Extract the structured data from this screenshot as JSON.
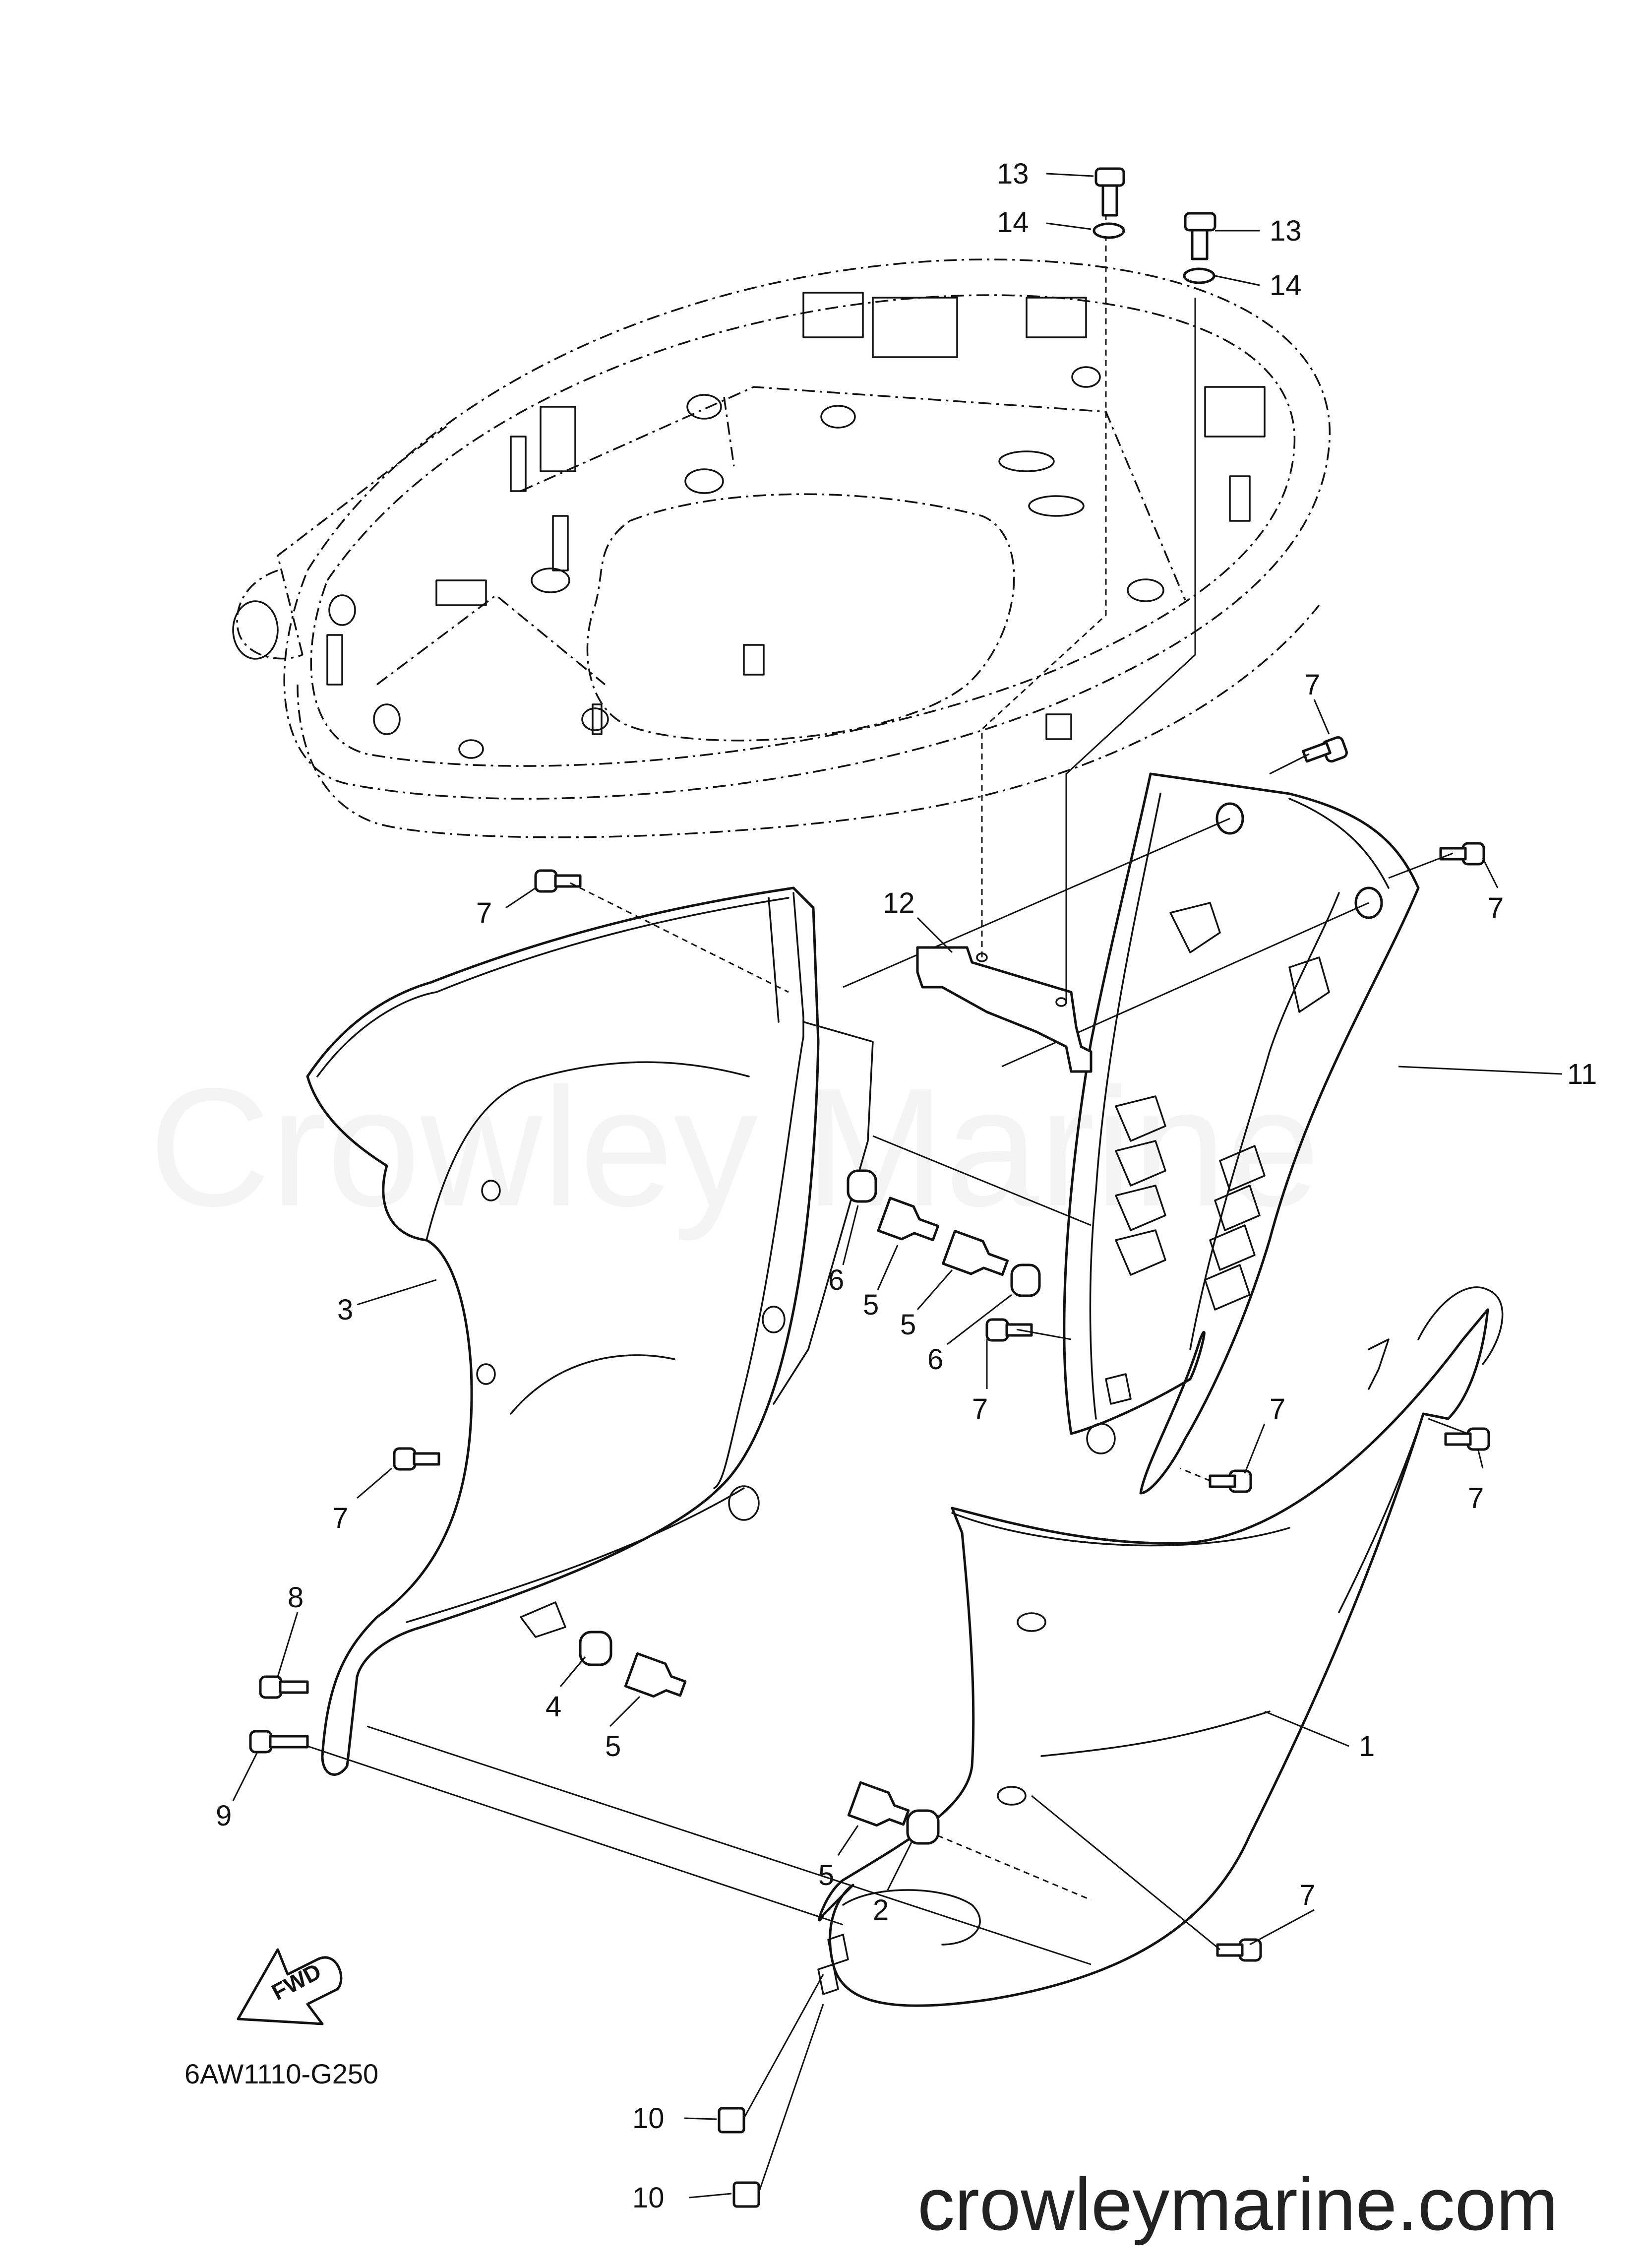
{
  "diagram": {
    "drawing_code": "6AW1110-G250",
    "website": "crowleymarine.com",
    "watermark": "Crowley Marine",
    "fwd_label": "FWD",
    "callouts": {
      "c13a": "13",
      "c14a": "14",
      "c13b": "13",
      "c14b": "14",
      "c7a": "7",
      "c7b": "7",
      "c7c": "7",
      "c7d": "7",
      "c7e": "7",
      "c7f": "7",
      "c7g": "7",
      "c7h": "7",
      "c12": "12",
      "c11": "11",
      "c6a": "6",
      "c5a": "5",
      "c5b": "5",
      "c6b": "6",
      "c3": "3",
      "c8": "8",
      "c9": "9",
      "c4": "4",
      "c5c": "5",
      "c1": "1",
      "c5d": "5",
      "c2": "2",
      "c10a": "10",
      "c10b": "10"
    }
  }
}
